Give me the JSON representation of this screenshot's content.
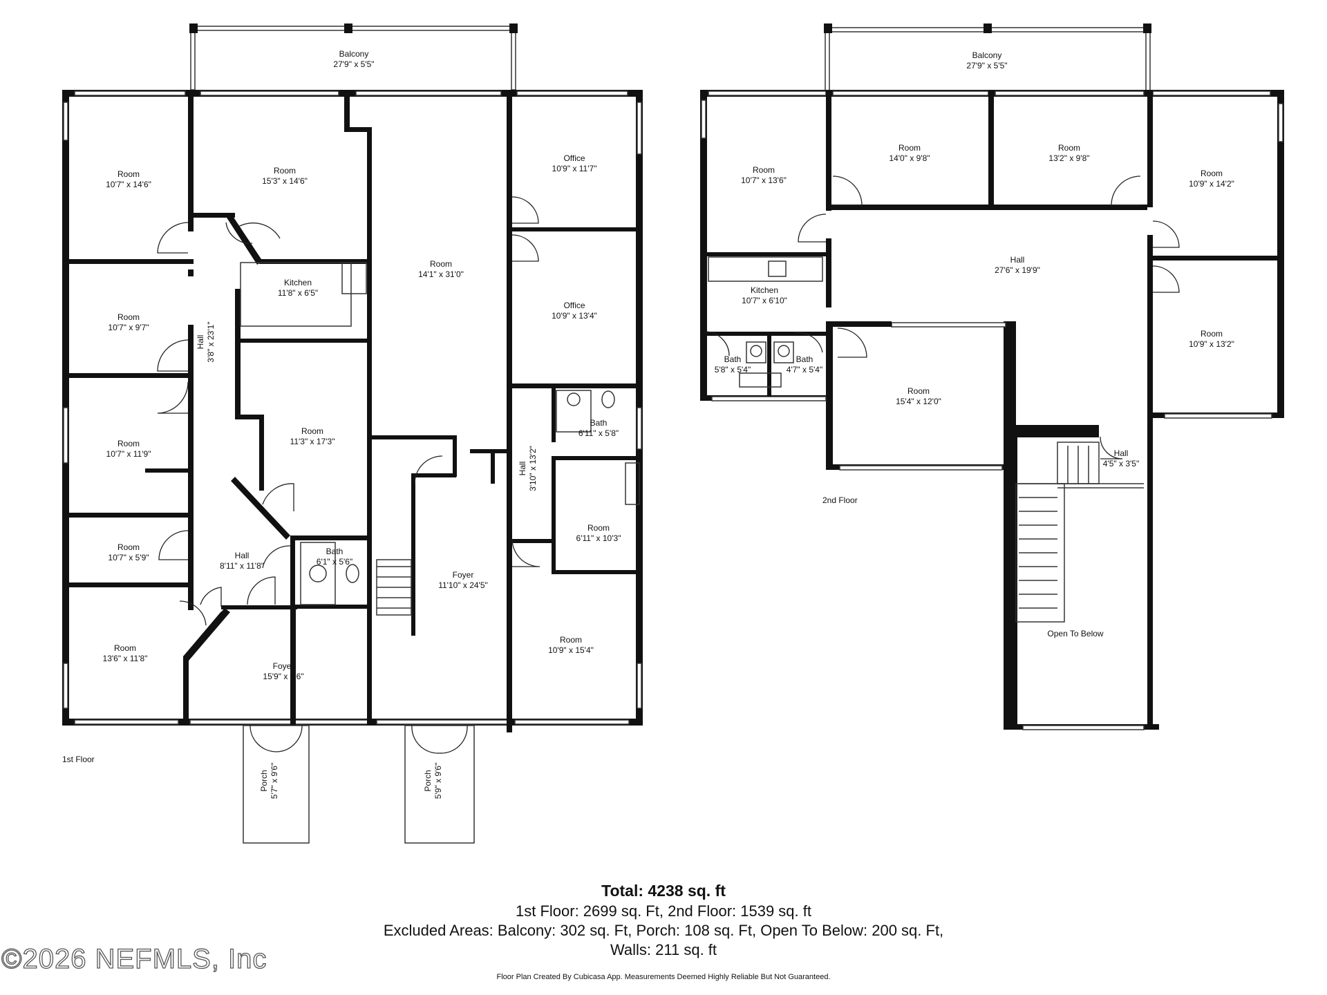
{
  "floors": [
    {
      "id": "first",
      "label": "1st Floor",
      "rooms": [
        {
          "name": "Balcony",
          "dims": "27'9\" x 5'5\""
        },
        {
          "name": "Room",
          "dims": "10'7\" x 14'6\""
        },
        {
          "name": "Room",
          "dims": "15'3\" x 14'6\""
        },
        {
          "name": "Room",
          "dims": "14'1\" x 31'0\""
        },
        {
          "name": "Office",
          "dims": "10'9\" x 11'7\""
        },
        {
          "name": "Office",
          "dims": "10'9\" x 13'4\""
        },
        {
          "name": "Kitchen",
          "dims": "11'8\" x 6'5\""
        },
        {
          "name": "Room",
          "dims": "10'7\" x 9'7\""
        },
        {
          "name": "Hall",
          "dims": "3'8\" x 23'1\""
        },
        {
          "name": "Room",
          "dims": "10'7\" x 11'9\""
        },
        {
          "name": "Room",
          "dims": "11'3\" x 17'3\""
        },
        {
          "name": "Bath",
          "dims": "6'11\" x 5'8\""
        },
        {
          "name": "Hall",
          "dims": "3'10\" x 13'2\""
        },
        {
          "name": "Room",
          "dims": "10'7\" x 5'9\""
        },
        {
          "name": "Hall",
          "dims": "8'11\" x 11'8\""
        },
        {
          "name": "Bath",
          "dims": "6'1\" x 5'6\""
        },
        {
          "name": "Room",
          "dims": "6'11\" x 10'3\""
        },
        {
          "name": "Foyer",
          "dims": "11'10\" x 24'5\""
        },
        {
          "name": "Room",
          "dims": "13'6\" x 11'8\""
        },
        {
          "name": "Foyer",
          "dims": "15'9\" x 9'6\""
        },
        {
          "name": "Room",
          "dims": "10'9\" x 15'4\""
        },
        {
          "name": "Porch",
          "dims": "5'7\" x 9'6\""
        },
        {
          "name": "Porch",
          "dims": "5'9\" x 9'6\""
        }
      ]
    },
    {
      "id": "second",
      "label": "2nd Floor",
      "rooms": [
        {
          "name": "Balcony",
          "dims": "27'9\" x 5'5\""
        },
        {
          "name": "Room",
          "dims": "10'7\" x 13'6\""
        },
        {
          "name": "Room",
          "dims": "14'0\" x 9'8\""
        },
        {
          "name": "Room",
          "dims": "13'2\" x 9'8\""
        },
        {
          "name": "Room",
          "dims": "10'9\" x 14'2\""
        },
        {
          "name": "Hall",
          "dims": "27'6\" x 19'9\""
        },
        {
          "name": "Kitchen",
          "dims": "10'7\" x 6'10\""
        },
        {
          "name": "Room",
          "dims": "10'9\" x 13'2\""
        },
        {
          "name": "Bath",
          "dims": "5'8\" x 5'4\""
        },
        {
          "name": "Bath",
          "dims": "4'7\" x 5'4\""
        },
        {
          "name": "Room",
          "dims": "15'4\" x 12'0\""
        },
        {
          "name": "Hall",
          "dims": "4'5\" x 3'5\""
        },
        {
          "name": "Open To Below",
          "dims": ""
        }
      ]
    }
  ],
  "summary": {
    "total": "Total: 4238 sq. ft",
    "line1": "1st Floor: 2699 sq. Ft, 2nd Floor: 1539 sq. ft",
    "line2": "Excluded Areas: Balcony: 302 sq. Ft, Porch: 108 sq. Ft, Open To Below: 200 sq. Ft,",
    "line3": "Walls: 211 sq. ft",
    "credit": "Floor Plan Created By Cubicasa App. Measurements Deemed Highly Reliable But Not Guaranteed."
  },
  "watermark": "©2026 NEFMLS, Inc"
}
